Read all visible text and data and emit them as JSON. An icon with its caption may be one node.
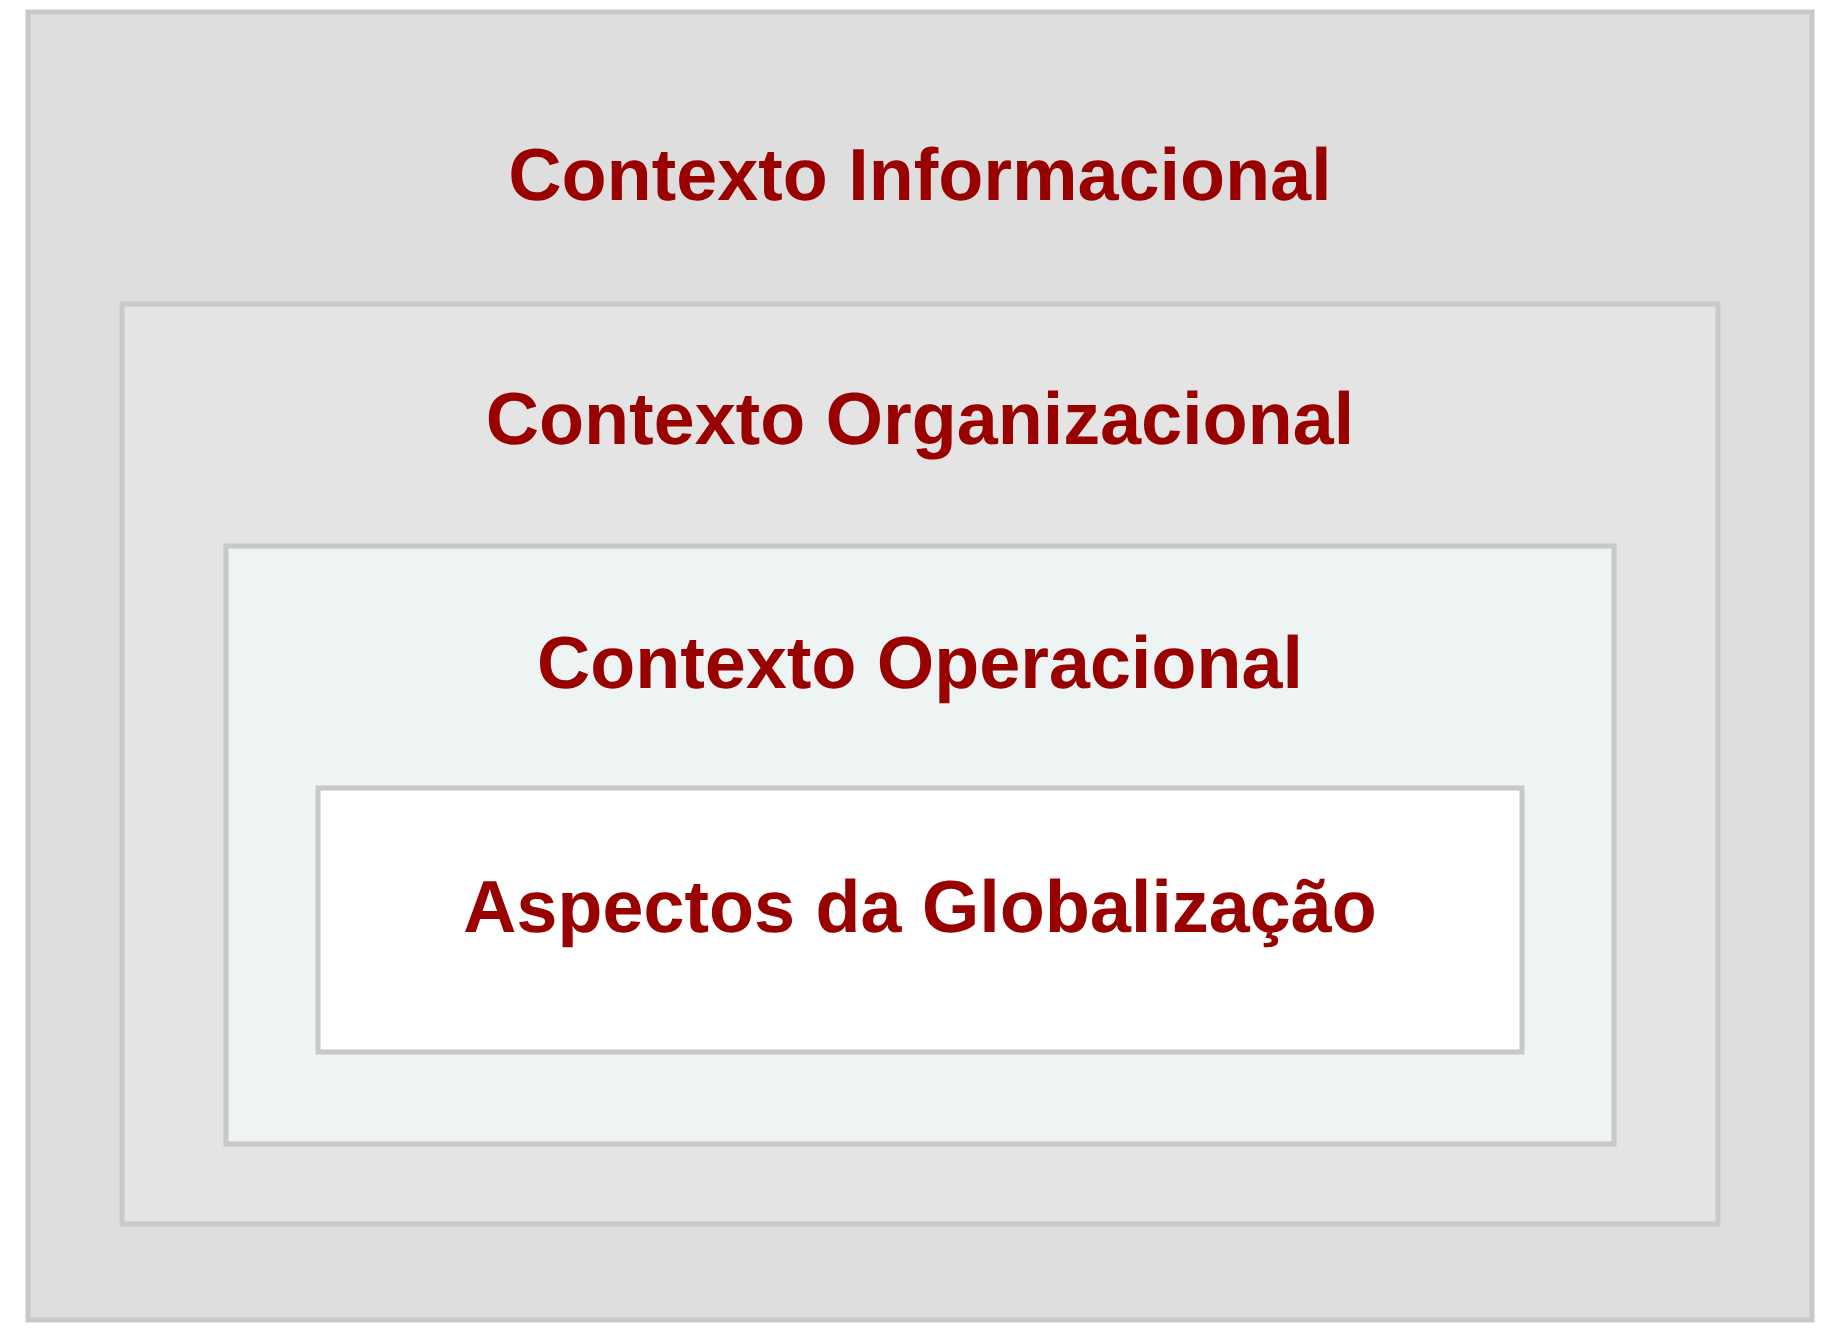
{
  "diagram": {
    "nodes": [
      {
        "text": [
          "Contexto Informacional"
        ]
      },
      {
        "text": [
          "Contexto Organizacional"
        ],
        "in": 0
      },
      {
        "text": [
          "Contexto Operacional"
        ],
        "in": 1
      },
      {
        "text": [
          "Aspectos da Globalização"
        ],
        "in": 2
      }
    ]
  }
}
